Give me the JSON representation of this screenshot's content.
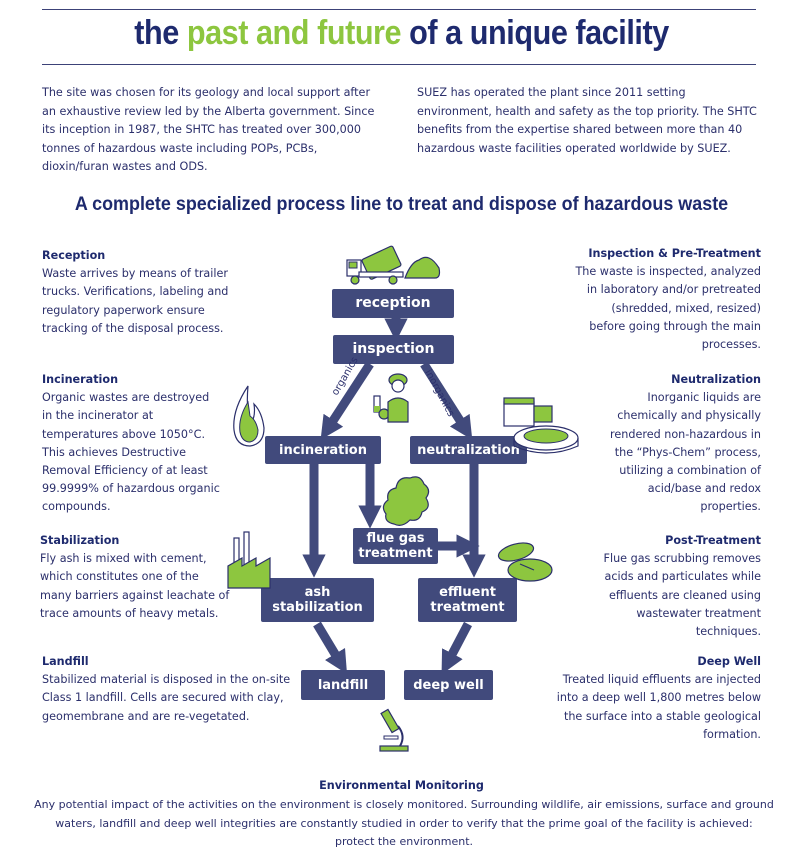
{
  "title": {
    "prefix": "the ",
    "accent": "past and future",
    "suffix": " of a unique facility"
  },
  "intro": {
    "left": "The site was chosen for its geology and local support after an exhaustive review led by the Alberta government. Since its inception in 1987, the SHTC has treated over 300,000 tonnes of hazardous waste including POPs, PCBs, dioxin/furan wastes and ODS.",
    "right": "SUEZ has operated the plant since 2011 setting environment, health and safety as the top priority. The SHTC benefits from the expertise shared between more than 40 hazardous waste facilities operated worldwide by SUEZ."
  },
  "subtitle": "A complete specialized process line to treat and dispose of hazardous waste",
  "sections": {
    "reception": {
      "heading": "Reception",
      "body": "Waste arrives by means of trailer trucks. Verifications, labeling and regulatory paperwork ensure tracking of the disposal process."
    },
    "inspection": {
      "heading": "Inspection & Pre-Treatment",
      "body": "The waste is inspected, analyzed in laboratory and/or pretreated (shredded, mixed, resized) before going through the main processes."
    },
    "incineration": {
      "heading": "Incineration",
      "body": "Organic wastes are destroyed in the incinerator at temperatures above 1050°C. This achieves Destructive Removal Efficiency of at least 99.9999% of hazardous organic compounds."
    },
    "neutralization": {
      "heading": "Neutralization",
      "body": "Inorganic liquids are chemically and physically rendered non-hazardous in the “Phys-Chem” process, utilizing a combination of acid/base and redox properties."
    },
    "stabilization": {
      "heading": "Stabilization",
      "body": "Fly ash is mixed with cement, which constitutes one of the many barriers against leachate of trace amounts of heavy metals."
    },
    "post_treatment": {
      "heading": "Post-Treatment",
      "body": "Flue gas scrubbing removes acids and particulates while effluents are cleaned using wastewater treatment techniques."
    },
    "landfill": {
      "heading": "Landfill",
      "body": "Stabilized material is disposed in the on-site Class 1 landfill. Cells are secured with clay, geomembrane and are re-vegetated."
    },
    "deep_well": {
      "heading": "Deep Well",
      "body": "Treated liquid effluents are injected into a deep well 1,800 metres below the surface into a stable geological formation."
    }
  },
  "diagram": {
    "boxes": {
      "reception": "reception",
      "inspection": "inspection",
      "incineration": "incineration",
      "neutralization": "neutralization",
      "flue_gas": "flue gas treatment",
      "ash": "ash stabilization",
      "effluent": "effluent treatment",
      "landfill": "landfill",
      "deep_well": "deep well"
    },
    "labels": {
      "organics": "organics",
      "inorganics": "inorganics"
    }
  },
  "footer": {
    "heading": "Environmental Monitoring",
    "body": "Any potential impact of the activities on the environment is closely monitored. Surrounding wildlife, air emissions, surface and ground waters, landfill and deep well integrities are constantly studied in order to verify that the prime goal of the facility is achieved: protect the environment."
  },
  "colors": {
    "navy": "#1e2a6e",
    "box": "#414a7c",
    "accent": "#8dc63f"
  },
  "icons": [
    "truck-icon",
    "inspector-icon",
    "flame-icon",
    "neutralization-plant-icon",
    "smoke-icon",
    "factory-icon",
    "petri-dish-icon",
    "microscope-icon"
  ]
}
